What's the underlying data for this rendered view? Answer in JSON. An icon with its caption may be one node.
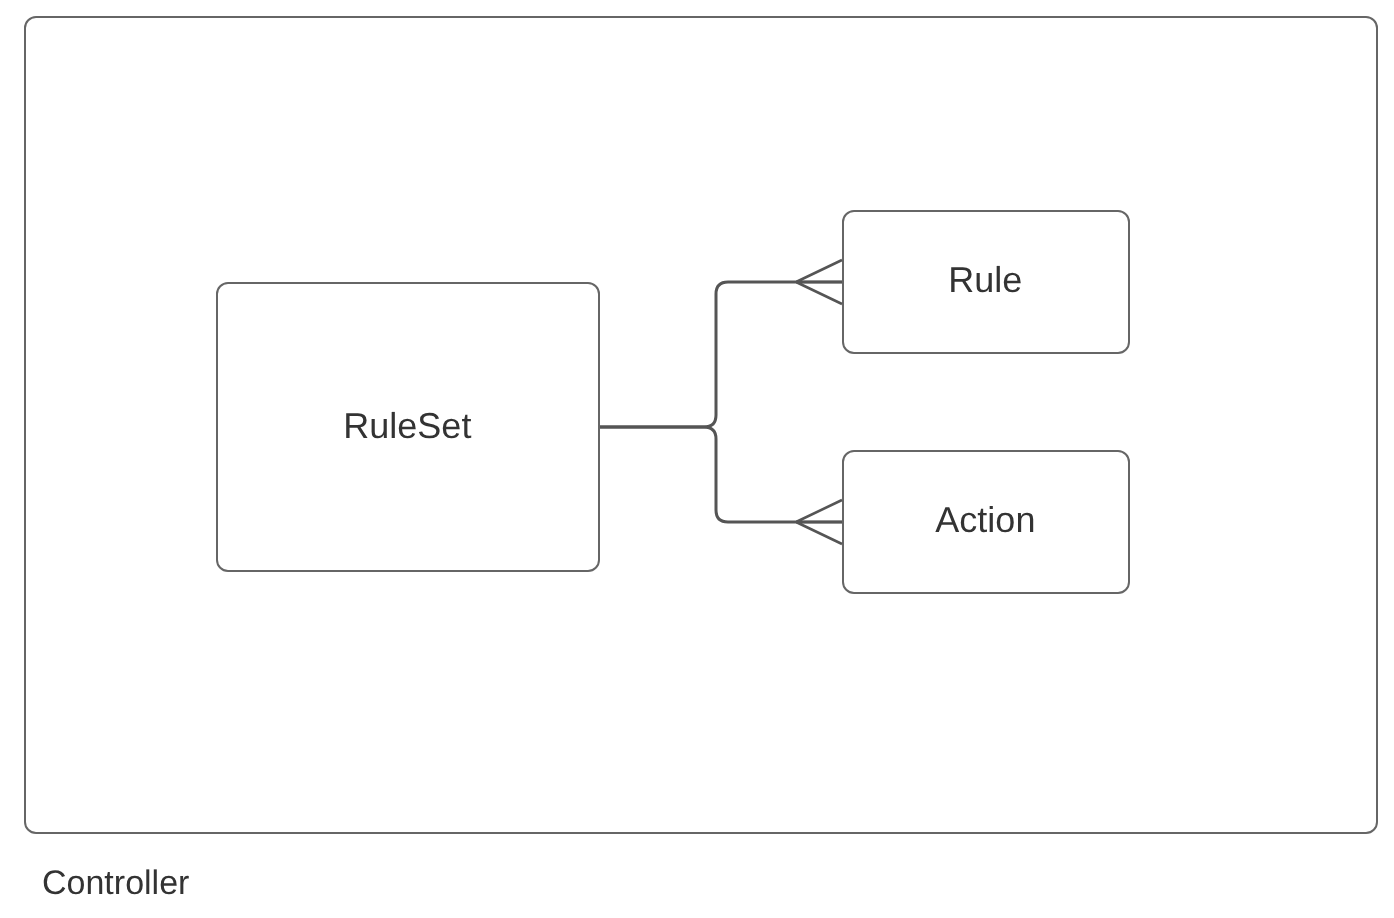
{
  "diagram": {
    "nodes": [
      {
        "text": [
          "Controller"
        ]
      },
      {
        "text": [
          "RuleSet"
        ],
        "in": 0
      },
      {
        "text": [
          "Rule"
        ],
        "in": 0
      },
      {
        "text": [
          "Action"
        ],
        "in": 0
      }
    ],
    "edges": [
      {
        "from": 1,
        "to": 2,
        "arrow": "other"
      },
      {
        "from": 1,
        "to": 3,
        "arrow": "other"
      }
    ]
  }
}
